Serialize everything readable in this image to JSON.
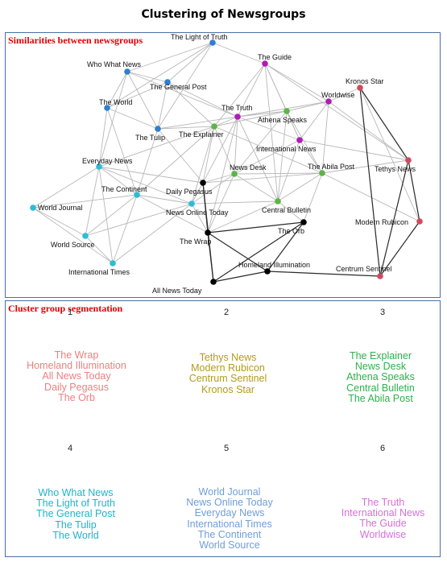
{
  "title": "Clustering of Newsgroups",
  "colors": {
    "panel_title": "#e00000",
    "cluster_1": "#ee7f7f",
    "cluster_2": "#b39b1b",
    "cluster_3": "#2eb04a",
    "cluster_4": "#1fb3c9",
    "cluster_5": "#6f9ed6",
    "cluster_6": "#d571d8",
    "edge": "#b8b8b8",
    "edge_dark": "#2b2b2b"
  },
  "network": {
    "title": "Similarities between newsgroups",
    "node_colors": {
      "blue": "#2f7fd0",
      "purple": "#b01ab8",
      "green": "#5cb545",
      "cyan": "#2cbdd6",
      "black": "#000000",
      "red": "#d04a5e"
    },
    "nodes": [
      {
        "id": "light",
        "label": "The Light of Truth",
        "group": "blue"
      },
      {
        "id": "whowhat",
        "label": "Who What News",
        "group": "blue"
      },
      {
        "id": "genpost",
        "label": "The General Post",
        "group": "blue"
      },
      {
        "id": "world",
        "label": "The World",
        "group": "blue"
      },
      {
        "id": "tulip",
        "label": "The Tulip",
        "group": "blue"
      },
      {
        "id": "guide",
        "label": "The Guide",
        "group": "purple"
      },
      {
        "id": "worldwise",
        "label": "Worldwise",
        "group": "purple"
      },
      {
        "id": "truth",
        "label": "The Truth",
        "group": "purple"
      },
      {
        "id": "intnews",
        "label": "International News",
        "group": "purple"
      },
      {
        "id": "athena",
        "label": "Athena Speaks",
        "group": "green"
      },
      {
        "id": "explainer",
        "label": "The Explainer",
        "group": "green"
      },
      {
        "id": "newsdesk",
        "label": "News Desk",
        "group": "green"
      },
      {
        "id": "abila",
        "label": "The Abila Post",
        "group": "green"
      },
      {
        "id": "central",
        "label": "Central Bulletin",
        "group": "green"
      },
      {
        "id": "everyday",
        "label": "Everyday News",
        "group": "cyan"
      },
      {
        "id": "continent",
        "label": "The Continent",
        "group": "cyan"
      },
      {
        "id": "wjournal",
        "label": "World Journal",
        "group": "cyan"
      },
      {
        "id": "wsource",
        "label": "World Source",
        "group": "cyan"
      },
      {
        "id": "inttimes",
        "label": "International Times",
        "group": "cyan"
      },
      {
        "id": "nonline",
        "label": "News Online Today",
        "group": "cyan"
      },
      {
        "id": "pegasus",
        "label": "Daily Pegasus",
        "group": "black"
      },
      {
        "id": "wrap",
        "label": "The Wrap",
        "group": "black"
      },
      {
        "id": "orb",
        "label": "The Orb",
        "group": "black"
      },
      {
        "id": "homeland",
        "label": "Homeland Illumination",
        "group": "black"
      },
      {
        "id": "allnews",
        "label": "All News Today",
        "group": "black"
      },
      {
        "id": "kronos",
        "label": "Kronos Star",
        "group": "red"
      },
      {
        "id": "tethys",
        "label": "Tethys News",
        "group": "red"
      },
      {
        "id": "rubicon",
        "label": "Modern Rubicon",
        "group": "red"
      },
      {
        "id": "sentinel",
        "label": "Centrum Sentinel",
        "group": "red"
      }
    ],
    "edges": [
      [
        "light",
        "whowhat"
      ],
      [
        "light",
        "genpost"
      ],
      [
        "light",
        "world"
      ],
      [
        "light",
        "guide"
      ],
      [
        "light",
        "tulip"
      ],
      [
        "whowhat",
        "genpost"
      ],
      [
        "whowhat",
        "world"
      ],
      [
        "whowhat",
        "everyday"
      ],
      [
        "whowhat",
        "tulip"
      ],
      [
        "whowhat",
        "truth"
      ],
      [
        "genpost",
        "world"
      ],
      [
        "genpost",
        "tulip"
      ],
      [
        "genpost",
        "explainer"
      ],
      [
        "genpost",
        "truth"
      ],
      [
        "world",
        "everyday"
      ],
      [
        "world",
        "tulip"
      ],
      [
        "world",
        "continent"
      ],
      [
        "tulip",
        "explainer"
      ],
      [
        "tulip",
        "continent"
      ],
      [
        "tulip",
        "pegasus"
      ],
      [
        "tulip",
        "truth"
      ],
      [
        "guide",
        "worldwise"
      ],
      [
        "guide",
        "truth"
      ],
      [
        "guide",
        "athena"
      ],
      [
        "guide",
        "intnews"
      ],
      [
        "guide",
        "central"
      ],
      [
        "guide",
        "explainer"
      ],
      [
        "guide",
        "tethys"
      ],
      [
        "worldwise",
        "kronos"
      ],
      [
        "worldwise",
        "truth"
      ],
      [
        "worldwise",
        "athena"
      ],
      [
        "worldwise",
        "intnews"
      ],
      [
        "worldwise",
        "abila"
      ],
      [
        "worldwise",
        "tethys"
      ],
      [
        "truth",
        "athena"
      ],
      [
        "truth",
        "explainer"
      ],
      [
        "truth",
        "newsdesk"
      ],
      [
        "truth",
        "intnews"
      ],
      [
        "truth",
        "central"
      ],
      [
        "truth",
        "pegasus"
      ],
      [
        "truth",
        "wrap"
      ],
      [
        "athena",
        "intnews"
      ],
      [
        "athena",
        "newsdesk"
      ],
      [
        "athena",
        "abila"
      ],
      [
        "athena",
        "central"
      ],
      [
        "athena",
        "explainer"
      ],
      [
        "intnews",
        "central"
      ],
      [
        "intnews",
        "abila"
      ],
      [
        "intnews",
        "newsdesk"
      ],
      [
        "intnews",
        "tethys"
      ],
      [
        "explainer",
        "newsdesk"
      ],
      [
        "explainer",
        "pegasus"
      ],
      [
        "explainer",
        "nonline"
      ],
      [
        "explainer",
        "continent"
      ],
      [
        "explainer",
        "everyday"
      ],
      [
        "explainer",
        "abila"
      ],
      [
        "newsdesk",
        "pegasus"
      ],
      [
        "newsdesk",
        "central"
      ],
      [
        "newsdesk",
        "nonline"
      ],
      [
        "newsdesk",
        "wrap"
      ],
      [
        "newsdesk",
        "abila"
      ],
      [
        "abila",
        "central"
      ],
      [
        "abila",
        "tethys"
      ],
      [
        "abila",
        "orb"
      ],
      [
        "abila",
        "pegasus"
      ],
      [
        "abila",
        "rubicon"
      ],
      [
        "central",
        "nonline"
      ],
      [
        "central",
        "orb"
      ],
      [
        "central",
        "wrap"
      ],
      [
        "everyday",
        "continent"
      ],
      [
        "everyday",
        "wjournal"
      ],
      [
        "everyday",
        "wsource"
      ],
      [
        "everyday",
        "inttimes"
      ],
      [
        "everyday",
        "nonline"
      ],
      [
        "everyday",
        "pegasus"
      ],
      [
        "continent",
        "wjournal"
      ],
      [
        "continent",
        "wsource"
      ],
      [
        "continent",
        "inttimes"
      ],
      [
        "continent",
        "nonline"
      ],
      [
        "continent",
        "wrap"
      ],
      [
        "wjournal",
        "wsource"
      ],
      [
        "wjournal",
        "inttimes"
      ],
      [
        "wsource",
        "inttimes"
      ],
      [
        "wsource",
        "nonline"
      ],
      [
        "nonline",
        "pegasus"
      ],
      [
        "nonline",
        "wrap"
      ],
      [
        "nonline",
        "inttimes"
      ],
      [
        "pegasus",
        "wrap"
      ],
      [
        "pegasus",
        "allnews"
      ],
      [
        "kronos",
        "tethys"
      ],
      [
        "kronos",
        "sentinel"
      ],
      [
        "kronos",
        "rubicon"
      ],
      [
        "tethys",
        "rubicon"
      ],
      [
        "tethys",
        "sentinel"
      ],
      [
        "rubicon",
        "sentinel"
      ]
    ],
    "dark_edges": [
      [
        "pegasus",
        "wrap"
      ],
      [
        "pegasus",
        "allnews"
      ],
      [
        "wrap",
        "orb"
      ],
      [
        "wrap",
        "allnews"
      ],
      [
        "wrap",
        "homeland"
      ],
      [
        "orb",
        "homeland"
      ],
      [
        "orb",
        "allnews"
      ],
      [
        "homeland",
        "allnews"
      ],
      [
        "homeland",
        "sentinel"
      ],
      [
        "kronos",
        "tethys"
      ],
      [
        "kronos",
        "sentinel"
      ],
      [
        "tethys",
        "sentinel"
      ],
      [
        "tethys",
        "rubicon"
      ],
      [
        "rubicon",
        "sentinel"
      ]
    ]
  },
  "segmentation": {
    "title": "Cluster group segmentation",
    "clusters": [
      {
        "number": "1",
        "color_key": "cluster_1",
        "members": [
          "The Wrap",
          "Homeland Illumination",
          "All News Today",
          "Daily Pegasus",
          "The Orb"
        ]
      },
      {
        "number": "2",
        "color_key": "cluster_2",
        "members": [
          "Tethys News",
          "Modern Rubicon",
          "Centrum Sentinel",
          "Kronos Star"
        ]
      },
      {
        "number": "3",
        "color_key": "cluster_3",
        "members": [
          "The Explainer",
          "News Desk",
          "Athena Speaks",
          "Central Bulletin",
          "The Abila Post"
        ]
      },
      {
        "number": "4",
        "color_key": "cluster_4",
        "members": [
          "Who What News",
          "The Light of Truth",
          "The General Post",
          "The Tulip",
          "The World"
        ]
      },
      {
        "number": "5",
        "color_key": "cluster_5",
        "members": [
          "World Journal",
          "News Online Today",
          "Everyday News",
          "International Times",
          "The Continent",
          "World Source"
        ]
      },
      {
        "number": "6",
        "color_key": "cluster_6",
        "members": [
          "The Truth",
          "International News",
          "The Guide",
          "Worldwise"
        ]
      }
    ]
  }
}
